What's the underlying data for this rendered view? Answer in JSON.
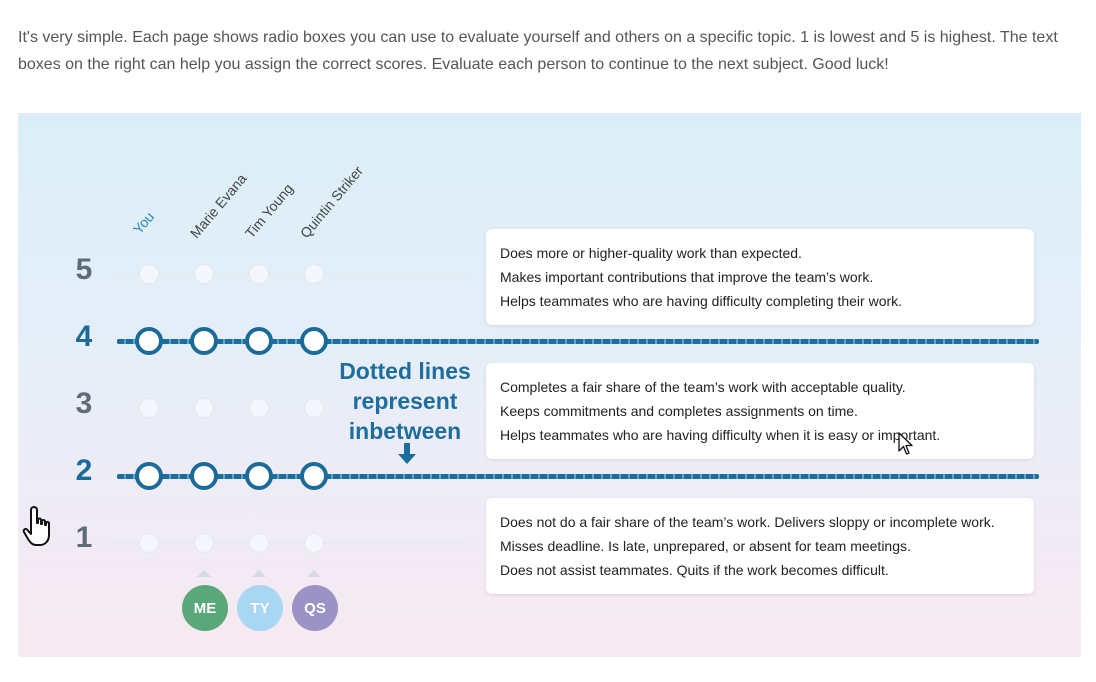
{
  "intro_text": "It's very simple. Each page shows radio boxes you can use to evaluate yourself and others on a specific topic. 1 is lowest and 5 is highest. The text boxes on the right can help you assign the correct scores. Evaluate each person to continue to the next subject. Good luck!",
  "people": [
    "You",
    "Marie Evana",
    "Tim Young",
    "Quintin Striker"
  ],
  "scale": [
    "5",
    "4",
    "3",
    "2",
    "1"
  ],
  "callout": {
    "line1": "Dotted lines",
    "line2": "represent",
    "line3": "inbetween"
  },
  "descriptions": {
    "high": [
      "Does more or higher-quality work than expected.",
      "Makes important contributions that improve the team’s work.",
      "Helps teammates who are having difficulty completing their work."
    ],
    "mid": [
      "Completes a fair share of the team’s work with acceptable quality.",
      "Keeps commitments and completes assignments on time.",
      "Helps teammates who are having difficulty when it is easy or important."
    ],
    "low": [
      "Does not do a fair share of the team’s work. Delivers sloppy or incomplete work.",
      "Misses deadline. Is late, unprepared, or absent for team meetings.",
      "Does not assist teammates. Quits if the work becomes difficult."
    ]
  },
  "avatars": [
    {
      "initials": "ME",
      "color": "#5aa87a"
    },
    {
      "initials": "TY",
      "color": "#a9d6f2"
    },
    {
      "initials": "QS",
      "color": "#9b93c6"
    }
  ],
  "colors": {
    "accent": "#1b6b99",
    "you_label": "#2d87c0"
  },
  "icons": {
    "pointer": "hand-pointer-icon",
    "cursor": "arrow-cursor-icon",
    "down_arrow": "arrow-down-icon"
  }
}
